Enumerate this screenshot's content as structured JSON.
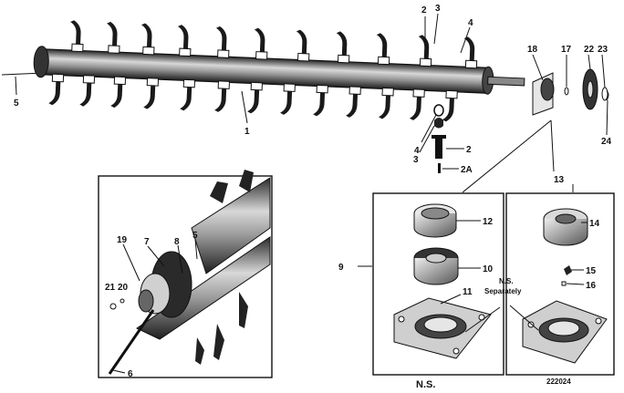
{
  "labels": {
    "l1": "1",
    "l2a": "2",
    "l3a": "3",
    "l4a": "4",
    "l5a": "5",
    "l4b": "4",
    "l3b": "3",
    "l2b": "2",
    "l2A": "2A",
    "l18": "18",
    "l17": "17",
    "l22": "22",
    "l23": "23",
    "l24": "24",
    "l13": "13",
    "l12": "12",
    "l14": "14",
    "l10": "10",
    "l15": "15",
    "l11": "11",
    "l16": "16",
    "l9": "9",
    "l19": "19",
    "l7": "7",
    "l8": "8",
    "l5b": "5",
    "l21": "21",
    "l20": "20",
    "l6": "6"
  },
  "notes": {
    "ns_sep_1": "N.S.",
    "ns_sep_2": "Separately"
  },
  "captions": {
    "ns": "N.S.",
    "code": "222024"
  },
  "colors": {
    "ink": "#111111",
    "paper": "#ffffff",
    "shade": "#555555"
  }
}
